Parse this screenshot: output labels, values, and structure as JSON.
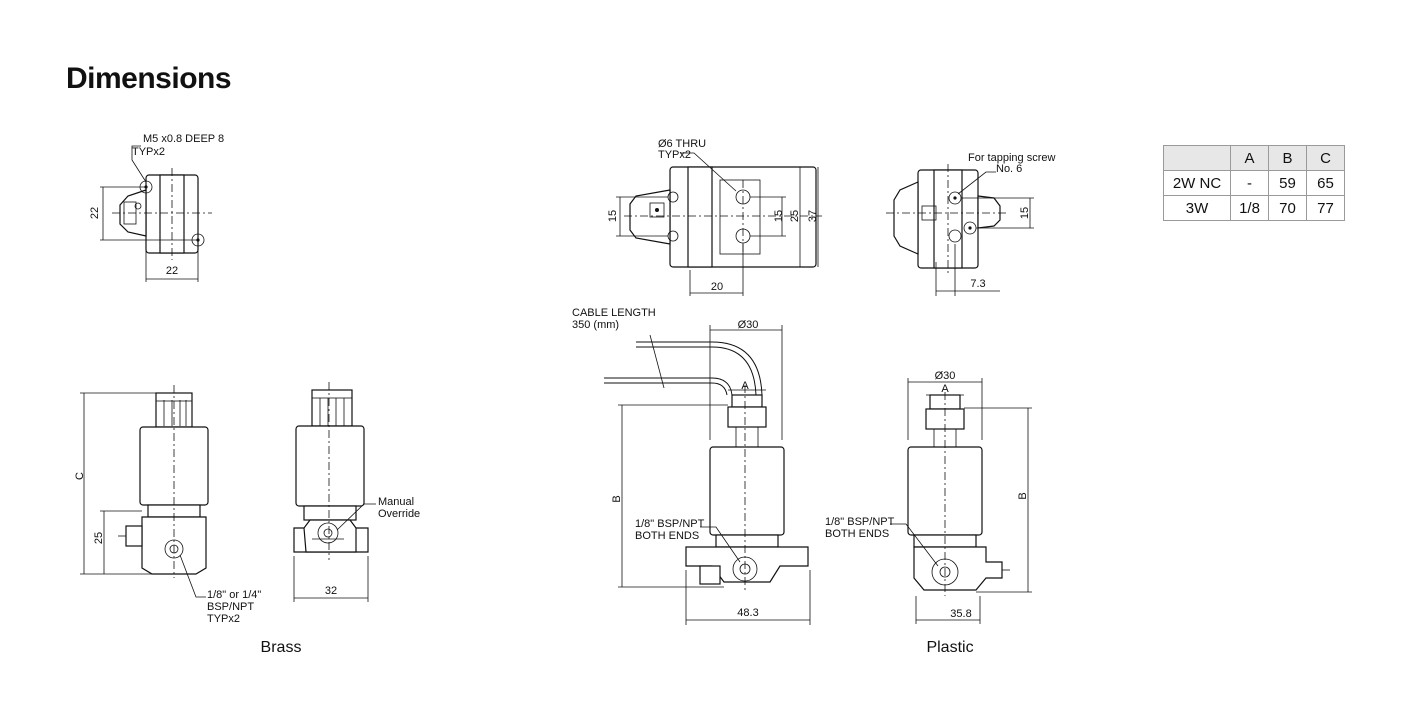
{
  "title": "Dimensions",
  "captions": {
    "brass": "Brass",
    "plastic": "Plastic"
  },
  "labels": {
    "m5_line1": "M5 x0.8 DEEP 8",
    "m5_line2": "TYPx2",
    "thru_line1": "Ø6 THRU",
    "thru_line2": "TYPx2",
    "tap_line1": "For tapping screw",
    "tap_line2": "No. 6",
    "cable_line1": "CABLE LENGTH",
    "cable_line2": "350 (mm)",
    "manual_line1": "Manual",
    "manual_line2": "Override",
    "port_brass_line1": "1/8\" or 1/4\"",
    "port_brass_line2": "BSP/NPT",
    "port_brass_line3": "TYPx2",
    "port_pl1_line1": "1/8\" BSP/NPT",
    "port_pl1_line2": "BOTH ENDS",
    "port_pl2_line1": "1/8\" BSP/NPT",
    "port_pl2_line2": "BOTH ENDS"
  },
  "dims": {
    "brass_top_h": "22",
    "brass_top_w": "22",
    "brass_c": "C",
    "brass_25": "25",
    "brass_32": "32",
    "pl_top_15": "15",
    "pl_top_15b": "15",
    "pl_top_25": "25",
    "pl_top_37": "37",
    "pl_top_20": "20",
    "pl_right_15": "15",
    "pl_right_73": "7.3",
    "pl_dia1": "Ø30",
    "pl_a1": "A",
    "pl_b1": "B",
    "pl_483": "48.3",
    "pl_dia2": "Ø30",
    "pl_a2": "A",
    "pl_b2": "B",
    "pl_358": "35.8"
  },
  "table": {
    "headers": [
      "",
      "A",
      "B",
      "C"
    ],
    "rows": [
      [
        "2W NC",
        "-",
        "59",
        "65"
      ],
      [
        "3W",
        "1/8",
        "70",
        "77"
      ]
    ]
  }
}
